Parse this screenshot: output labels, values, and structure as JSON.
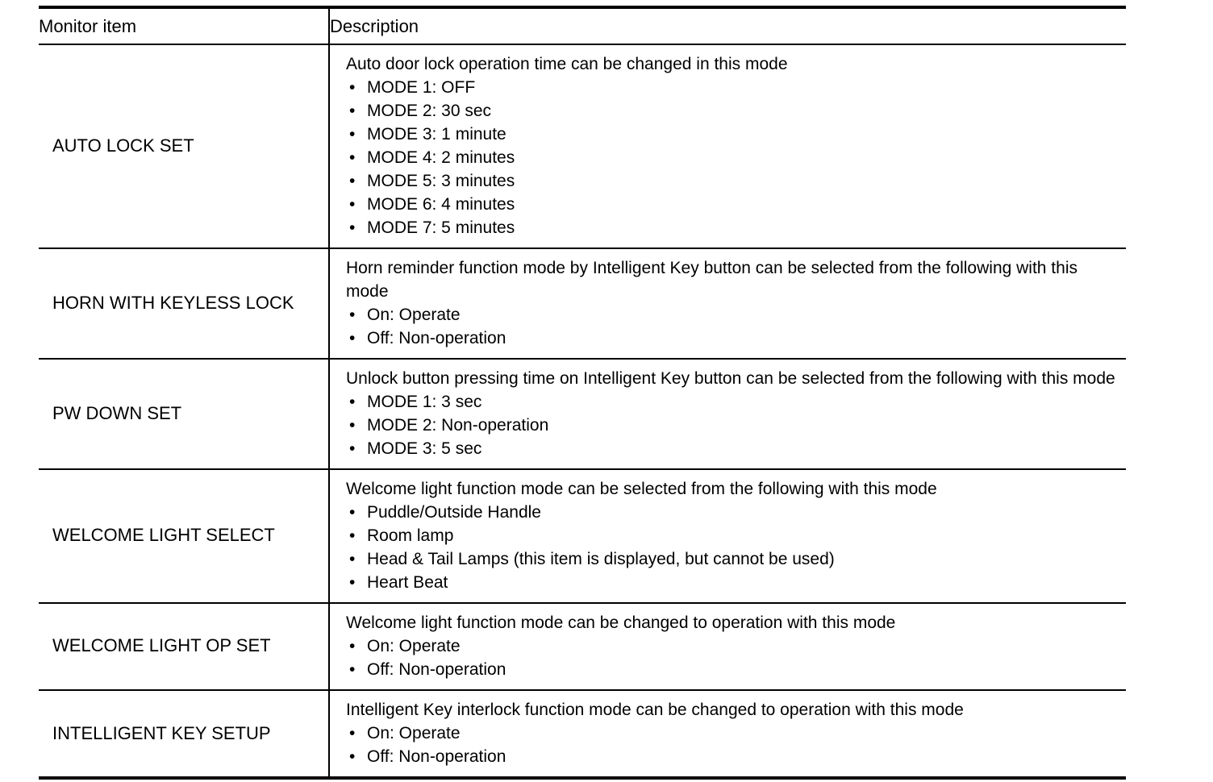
{
  "table": {
    "headers": {
      "monitor_item": "Monitor item",
      "description": "Description"
    },
    "bullet_glyph": "•",
    "rows": [
      {
        "item": "AUTO LOCK SET",
        "lead": "Auto door lock operation time can be changed in this mode",
        "bullets": [
          "MODE 1: OFF",
          "MODE 2: 30 sec",
          "MODE 3: 1 minute",
          "MODE 4: 2 minutes",
          "MODE 5: 3 minutes",
          "MODE 6: 4 minutes",
          "MODE 7: 5 minutes"
        ]
      },
      {
        "item": "HORN WITH KEYLESS LOCK",
        "lead": "Horn reminder function mode by Intelligent Key button can be selected from the following with this mode",
        "bullets": [
          "On: Operate",
          "Off: Non-operation"
        ]
      },
      {
        "item": "PW DOWN SET",
        "lead": "Unlock button pressing time on Intelligent Key button can be selected from the following with this mode",
        "bullets": [
          "MODE 1: 3 sec",
          "MODE 2: Non-operation",
          "MODE 3: 5 sec"
        ]
      },
      {
        "item": "WELCOME LIGHT SELECT",
        "lead": "Welcome light function mode can be selected from the following with this mode",
        "bullets": [
          "Puddle/Outside Handle",
          "Room lamp",
          "Head & Tail Lamps (this item is displayed, but cannot be used)",
          "Heart Beat"
        ]
      },
      {
        "item": "WELCOME LIGHT OP SET",
        "lead": "Welcome light function mode can be changed to operation with this mode",
        "bullets": [
          "On: Operate",
          "Off: Non-operation"
        ]
      },
      {
        "item": "INTELLIGENT KEY SETUP",
        "lead": "Intelligent Key interlock function mode can be changed to operation with this mode",
        "bullets": [
          "On: Operate",
          "Off: Non-operation"
        ]
      }
    ]
  }
}
